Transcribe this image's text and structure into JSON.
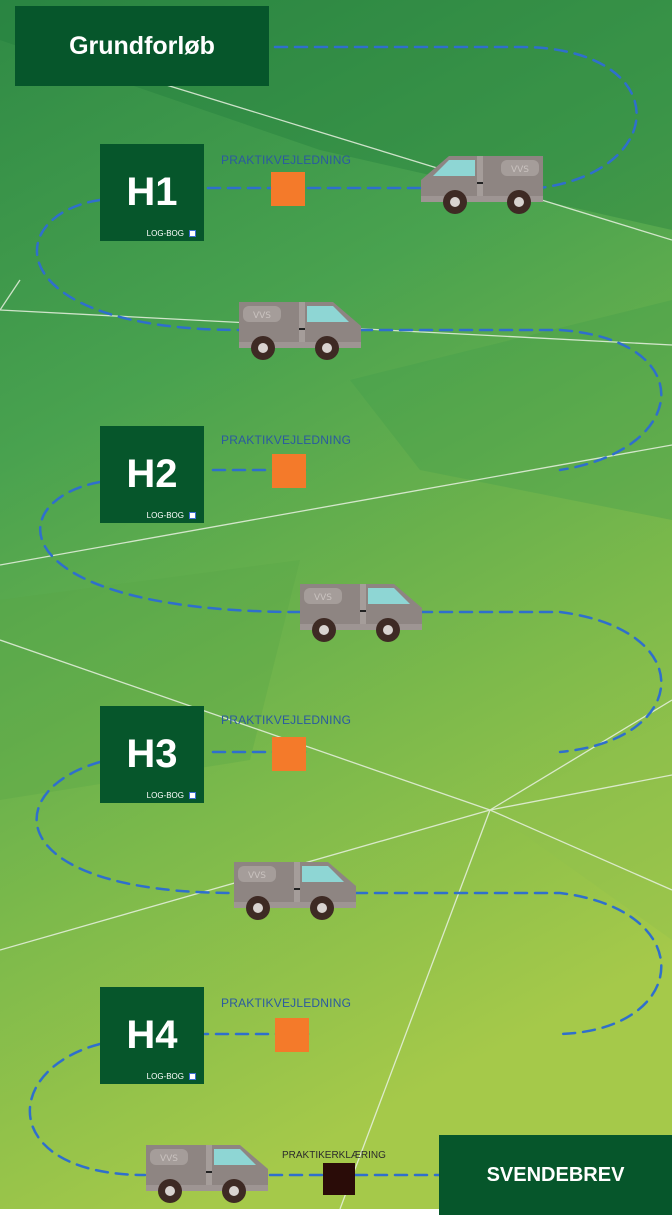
{
  "header": {
    "start_label": "Grundforløb",
    "end_label": "SVENDEBREV"
  },
  "stages": [
    {
      "label": "H1",
      "logbog": "LOG-BOG",
      "practice_label": "PRAKTIKVEJLEDNING"
    },
    {
      "label": "H2",
      "logbog": "LOG-BOG",
      "practice_label": "PRAKTIKVEJLEDNING"
    },
    {
      "label": "H3",
      "logbog": "LOG-BOG",
      "practice_label": "PRAKTIKVEJLEDNING"
    },
    {
      "label": "H4",
      "logbog": "LOG-BOG",
      "practice_label": "PRAKTIKVEJLEDNING"
    }
  ],
  "final": {
    "label": "PRAKTIKERKLÆRING"
  },
  "van_text": "VVS",
  "colors": {
    "box_green": "#06562b",
    "path_blue": "#2f6fcc",
    "marker_orange": "#f47a2a",
    "final_marker": "#2a0c08",
    "van_body": "#8e8582",
    "van_window": "#8ed6d4",
    "van_wheel": "#3e2a24"
  },
  "icons": [
    "van-icon",
    "logbog-icon"
  ]
}
